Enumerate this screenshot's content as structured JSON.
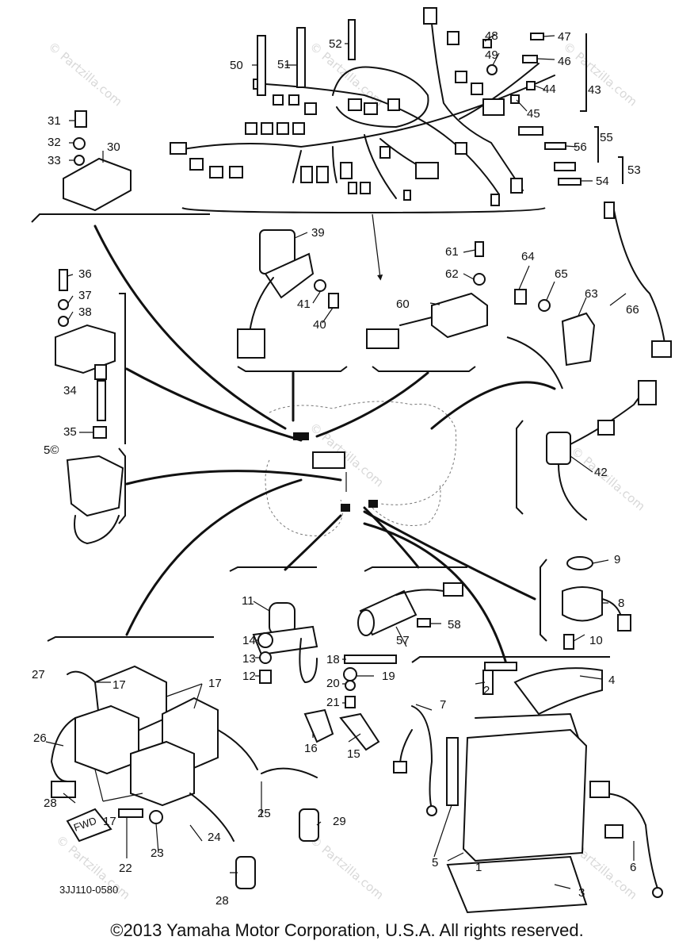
{
  "diagram": {
    "drawing_code": "3JJ110-0580",
    "fwd_label": "FWD",
    "watermark": "© Partzilla.com",
    "copyright": "©2013  Yamaha Motor Corporation, U.S.A. All rights reserved.",
    "callouts": [
      "1",
      "2",
      "3",
      "4",
      "5",
      "6",
      "7",
      "8",
      "9",
      "10",
      "11",
      "12",
      "13",
      "14",
      "15",
      "16",
      "17",
      "17",
      "17",
      "18",
      "19",
      "20",
      "21",
      "22",
      "23",
      "24",
      "25",
      "26",
      "27",
      "28",
      "28",
      "29",
      "30",
      "31",
      "32",
      "33",
      "34",
      "35",
      "36",
      "37",
      "38",
      "39",
      "40",
      "41",
      "42",
      "43",
      "44",
      "45",
      "46",
      "47",
      "48",
      "49",
      "50",
      "51",
      "52",
      "53",
      "54",
      "55",
      "56",
      "57",
      "58",
      "5©",
      "60",
      "61",
      "62",
      "63",
      "64",
      "65",
      "66"
    ]
  }
}
